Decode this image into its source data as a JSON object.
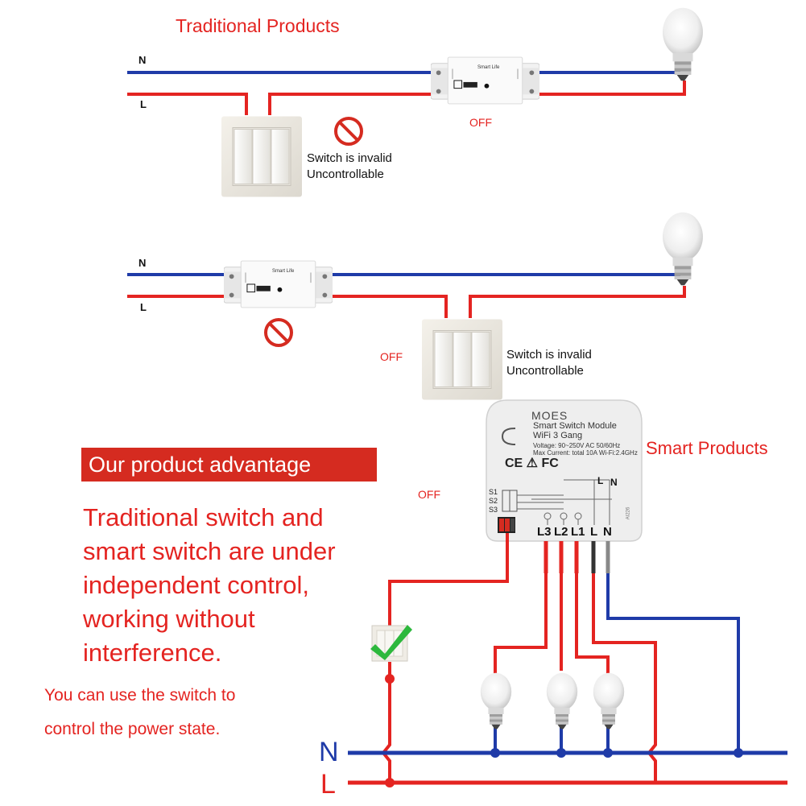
{
  "titles": {
    "traditional": "Traditional Products",
    "smart": "Smart Products"
  },
  "scenario_1": {
    "wire_n": "N",
    "wire_l": "L",
    "relay_brand": "Smart Life",
    "status": "OFF",
    "note_line1": "Switch is invalid",
    "note_line2": "Uncontrollable"
  },
  "scenario_2": {
    "wire_n": "N",
    "wire_l": "L",
    "relay_brand": "Smart Life",
    "status": "OFF",
    "note_line1": "Switch is invalid",
    "note_line2": "Uncontrollable"
  },
  "advantage": {
    "banner": "Our product advantage",
    "body_lines": [
      "Traditional switch and",
      "smart switch are under",
      "independent control,",
      "working without",
      "interference."
    ],
    "small_lines": [
      "You can use the switch to",
      "control the power state."
    ],
    "status": "OFF"
  },
  "module": {
    "brand": "MOES",
    "name_line1": "Smart Switch Module",
    "name_line2": "WiFi 3 Gang",
    "spec_line1": "Voltage: 90~250V AC 50/60Hz",
    "spec_line2": "Max Current: total 10A Wi-Fi:2.4GHz",
    "cert_marks": "CE  ⚠  FC",
    "switch_inputs": [
      "S1",
      "S2",
      "S3"
    ],
    "top_terminals": [
      "L",
      "N"
    ],
    "terminals": [
      "L3",
      "L2",
      "L1",
      "L",
      "N"
    ],
    "model_code": "AI226"
  },
  "bus": {
    "n_label": "N",
    "l_label": "L"
  },
  "colors": {
    "red_wire": "#e42421",
    "blue_wire": "#1f3ba8",
    "banner_bg": "#d52b20",
    "check": "#2db83d"
  },
  "icons": [
    "prohibited-icon",
    "light-bulb-icon",
    "check-icon",
    "wall-switch-icon"
  ]
}
